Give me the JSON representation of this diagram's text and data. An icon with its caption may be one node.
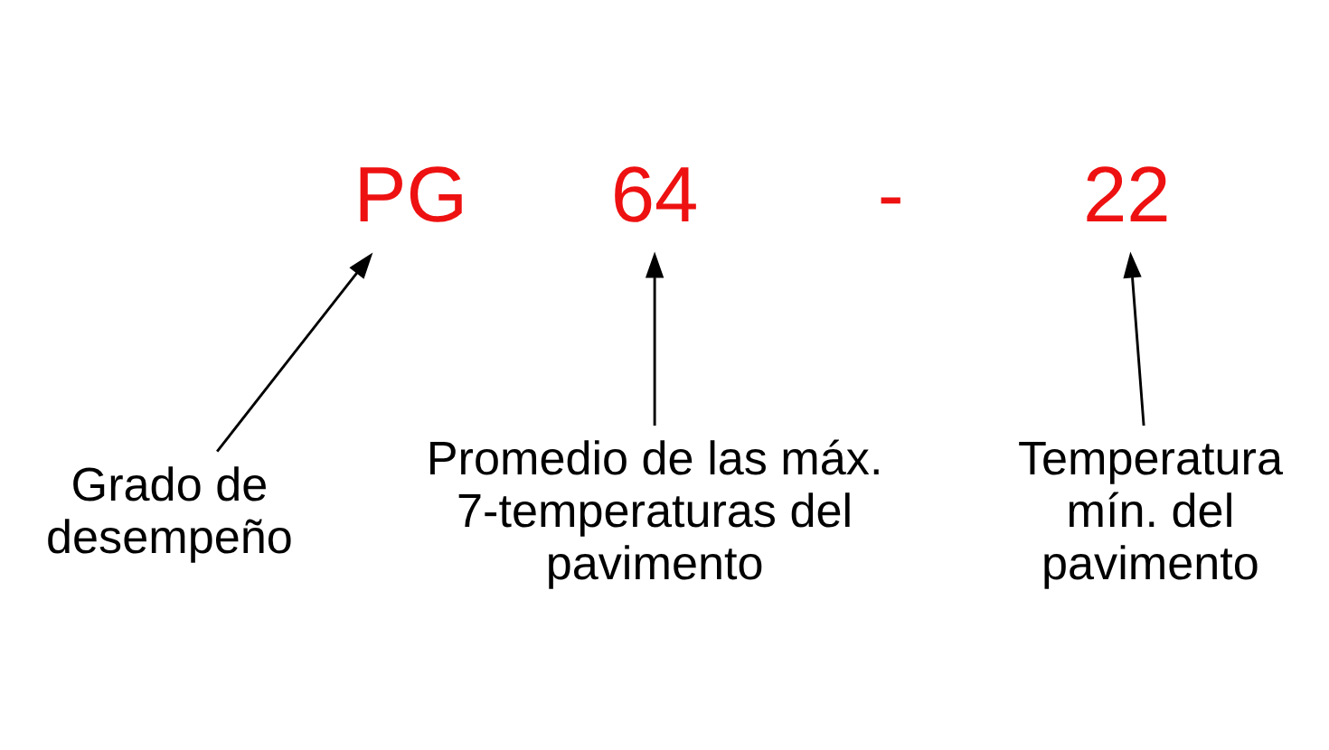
{
  "diagram": {
    "nodes": [
      {
        "text": [
          "PG"
        ]
      },
      {
        "text": [
          "64"
        ]
      },
      {
        "text": [
          "22"
        ]
      },
      {
        "text": [
          "Grado de desempeño"
        ]
      },
      {
        "text": [
          "Promedio de las máx. 7-temperaturas del pavimento"
        ]
      },
      {
        "text": [
          "Temperatura mín. del pavimento"
        ]
      }
    ],
    "edges": [
      {
        "from": 3,
        "to": 0,
        "arrow": "to"
      },
      {
        "from": 4,
        "to": 1,
        "arrow": "to"
      },
      {
        "from": 5,
        "to": 2,
        "arrow": "to"
      }
    ],
    "labels": [
      "-"
    ]
  }
}
